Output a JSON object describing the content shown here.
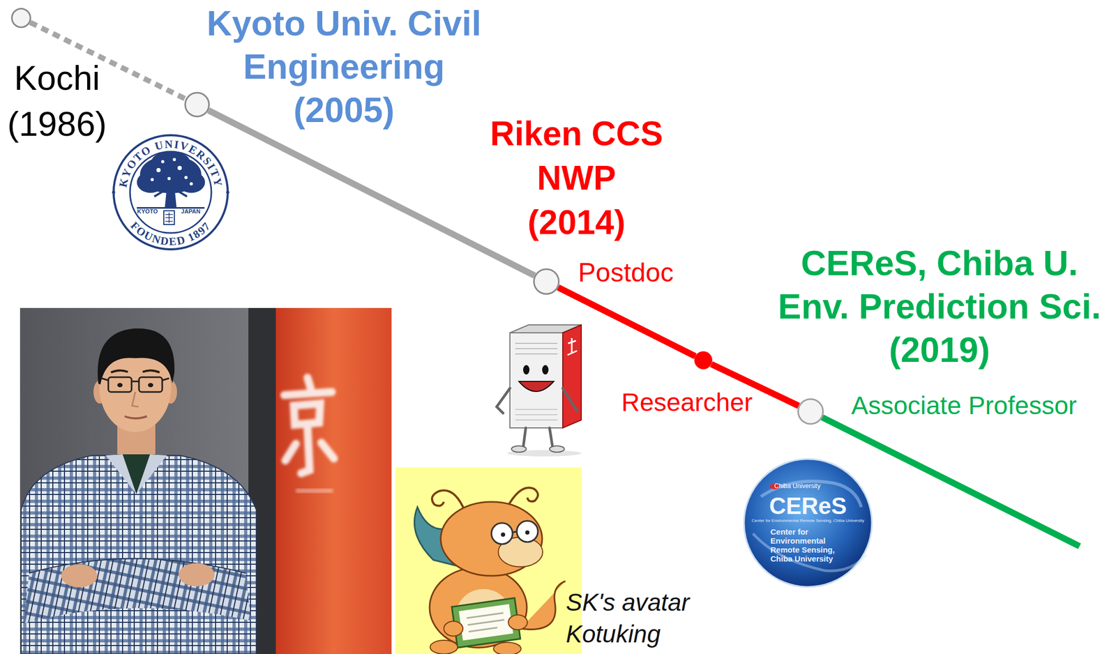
{
  "diagram": {
    "nodes": [
      {
        "text": [
          "Kochi (1986)"
        ]
      },
      {
        "text": [
          "Kyoto Univ. Civil Engineering (2005)"
        ]
      },
      {
        "text": [
          "Riken CCS NWP (2014)",
          "Postdoc"
        ]
      },
      {
        "text": [
          "Researcher"
        ]
      },
      {
        "text": [
          "CEReS, Chiba U. Env. Prediction Sci. (2019)",
          "Associate Professor"
        ]
      }
    ],
    "edges": [
      {
        "from": 0,
        "to": 1,
        "arrow": "none"
      },
      {
        "from": 1,
        "to": 2,
        "arrow": "none"
      },
      {
        "from": 2,
        "to": 3,
        "arrow": "none"
      },
      {
        "from": 3,
        "to": 4,
        "arrow": "none"
      }
    ],
    "labels": [
      "KYOTO UNIVERSITY",
      "FOUNDED 1897",
      "KYOTO",
      "JAPAN",
      "SK's avatar Kotuking",
      "Chiba University",
      "CEReS",
      "Center for Environmental Remote Sensing, Chiba University",
      "Center for Environmental Remote Sensing, Chiba University"
    ]
  }
}
